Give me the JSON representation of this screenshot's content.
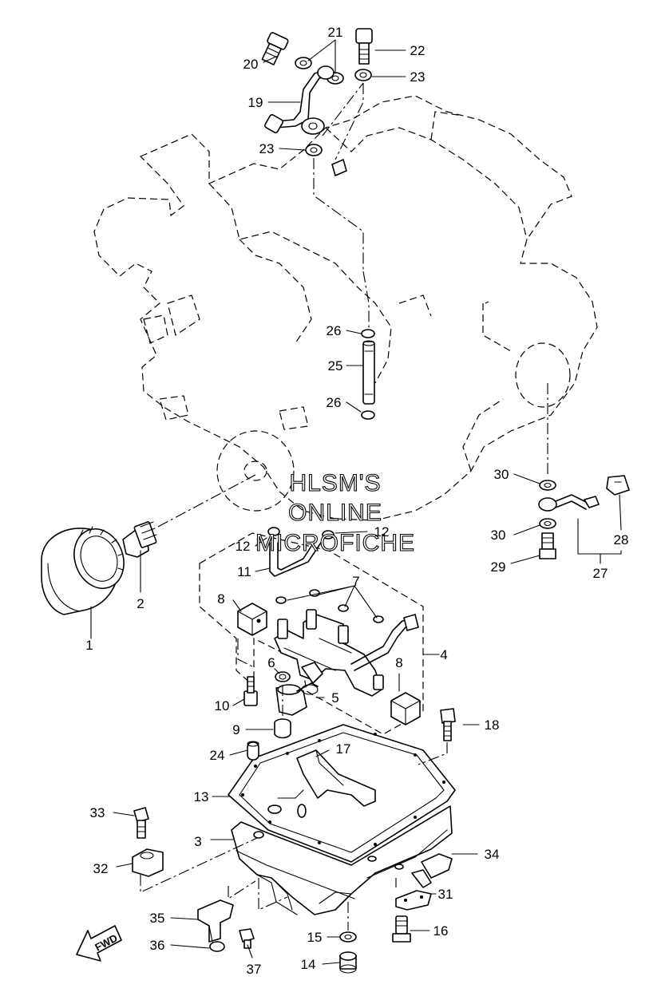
{
  "watermark": {
    "line1": "HLSM'S",
    "line2": "ONLINE",
    "line3": "MICROFICHE"
  },
  "direction_label": "FWD",
  "callouts": {
    "c1": "1",
    "c2": "2",
    "c3": "3",
    "c4": "4",
    "c5": "5",
    "c6": "6",
    "c7": "7",
    "c8a": "8",
    "c8b": "8",
    "c9": "9",
    "c10": "10",
    "c11": "11",
    "c12a": "12",
    "c12b": "12",
    "c13": "13",
    "c14": "14",
    "c15": "15",
    "c16": "16",
    "c17": "17",
    "c18": "18",
    "c19": "19",
    "c20": "20",
    "c21": "21",
    "c22": "22",
    "c23a": "23",
    "c23b": "23",
    "c24": "24",
    "c25": "25",
    "c26a": "26",
    "c26b": "26",
    "c27": "27",
    "c28": "28",
    "c29": "29",
    "c30a": "30",
    "c30b": "30",
    "c31": "31",
    "c32": "32",
    "c33": "33",
    "c34": "34",
    "c35": "35",
    "c36": "36",
    "c37": "37"
  }
}
